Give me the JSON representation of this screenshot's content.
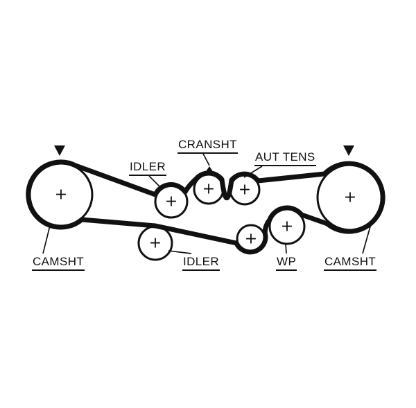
{
  "diagram": {
    "type": "timing-belt-routing-diagram",
    "background": "#ffffff",
    "line_color": "#111111",
    "center_mark": "+",
    "labels": {
      "cransht": "CRANSHT",
      "idler_top": "IDLER",
      "aut_tens": "AUT TENS",
      "camsht_left": "CAMSHT",
      "idler_bottom": "IDLER",
      "wp": "WP",
      "camsht_right": "CAMSHT"
    }
  }
}
